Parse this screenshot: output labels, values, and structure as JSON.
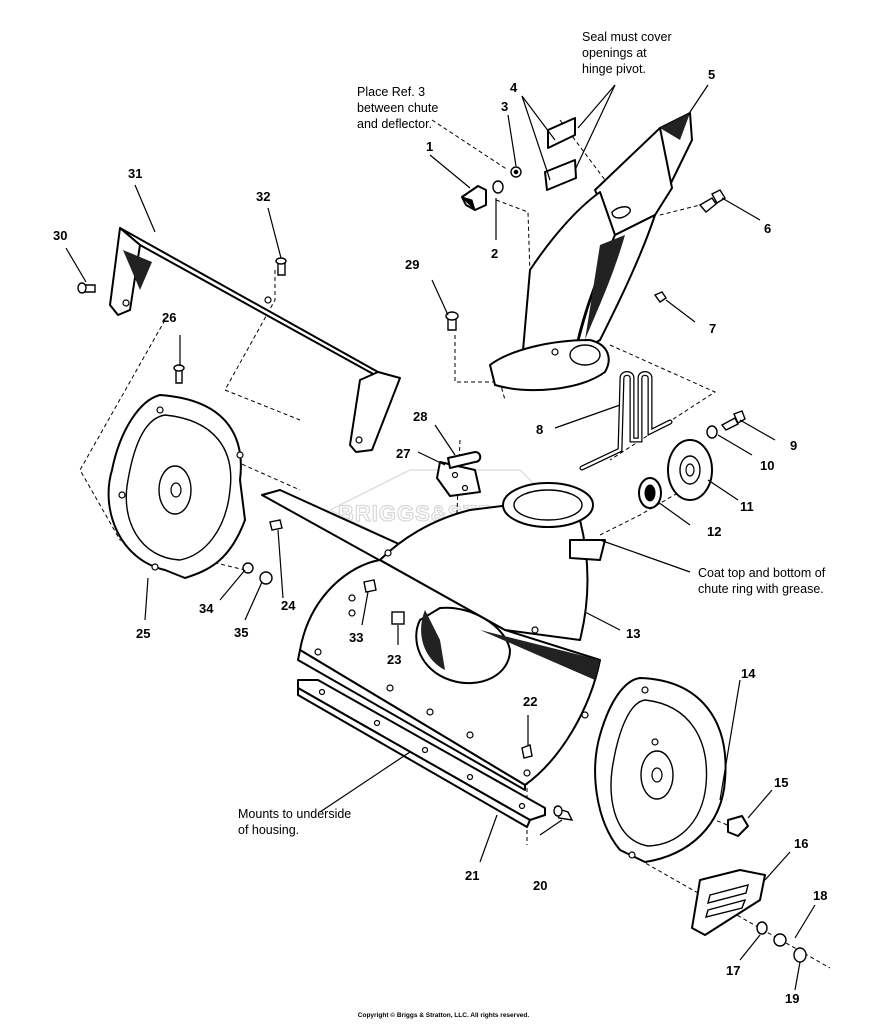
{
  "watermark": "BRIGGS&STRATTON",
  "copyright": "Copyright © Briggs & Stratton, LLC. All rights reserved.",
  "notes": {
    "seal_line1": "Seal must cover",
    "seal_line2": "openings at",
    "seal_line3": "hinge pivot.",
    "place_line1": "Place Ref. 3",
    "place_line2": "between chute",
    "place_line3": "and deflector.",
    "coat_line1": "Coat top and bottom of",
    "coat_line2": "chute ring with grease.",
    "mounts_line1": "Mounts to underside",
    "mounts_line2": "of housing."
  },
  "callouts": [
    "1",
    "2",
    "3",
    "4",
    "5",
    "6",
    "7",
    "8",
    "9",
    "10",
    "11",
    "12",
    "13",
    "14",
    "15",
    "16",
    "17",
    "18",
    "19",
    "20",
    "21",
    "22",
    "23",
    "24",
    "25",
    "26",
    "27",
    "28",
    "29",
    "30",
    "31",
    "32",
    "33",
    "34",
    "35"
  ]
}
